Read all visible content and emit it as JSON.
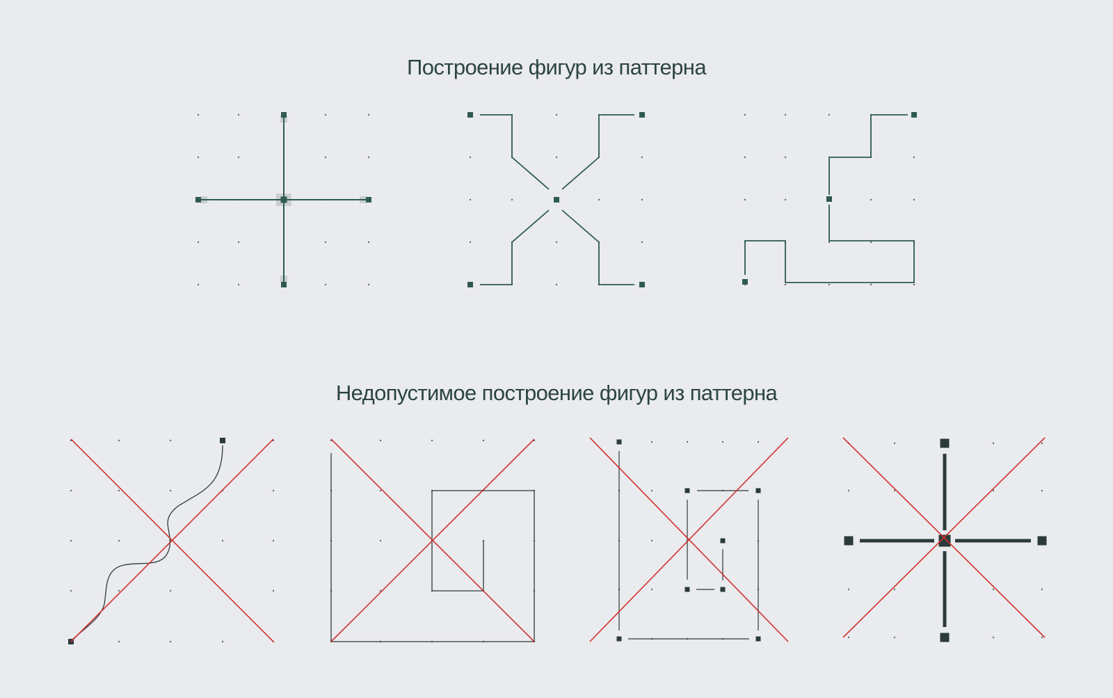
{
  "headings": {
    "allowed": "Построение фигур из паттерна",
    "forbidden": "Недопустимое построение фигур из паттерна"
  },
  "colors": {
    "background": "#eaebee",
    "text": "#2b4443",
    "line": "#2e5a51",
    "node": "#2e5a51",
    "dark_line": "#2b3b3a",
    "grid_dot": "#5e6a69",
    "halo": "#c9cfcc",
    "cross_out": "#d0312d"
  },
  "figures": {
    "allowed": [
      {
        "name": "plus",
        "shape": "plus-shaped line figure"
      },
      {
        "name": "x-brackets",
        "shape": "x-shaped figure with bracket ends"
      },
      {
        "name": "staircase",
        "shape": "stepped polyline figure"
      }
    ],
    "forbidden": [
      {
        "name": "free-curve",
        "reason_icon": "red-cross-icon"
      },
      {
        "name": "nested-square",
        "reason_icon": "red-cross-icon"
      },
      {
        "name": "broken-frames",
        "reason_icon": "red-cross-icon"
      },
      {
        "name": "thick-plus",
        "reason_icon": "red-cross-icon"
      }
    ]
  }
}
